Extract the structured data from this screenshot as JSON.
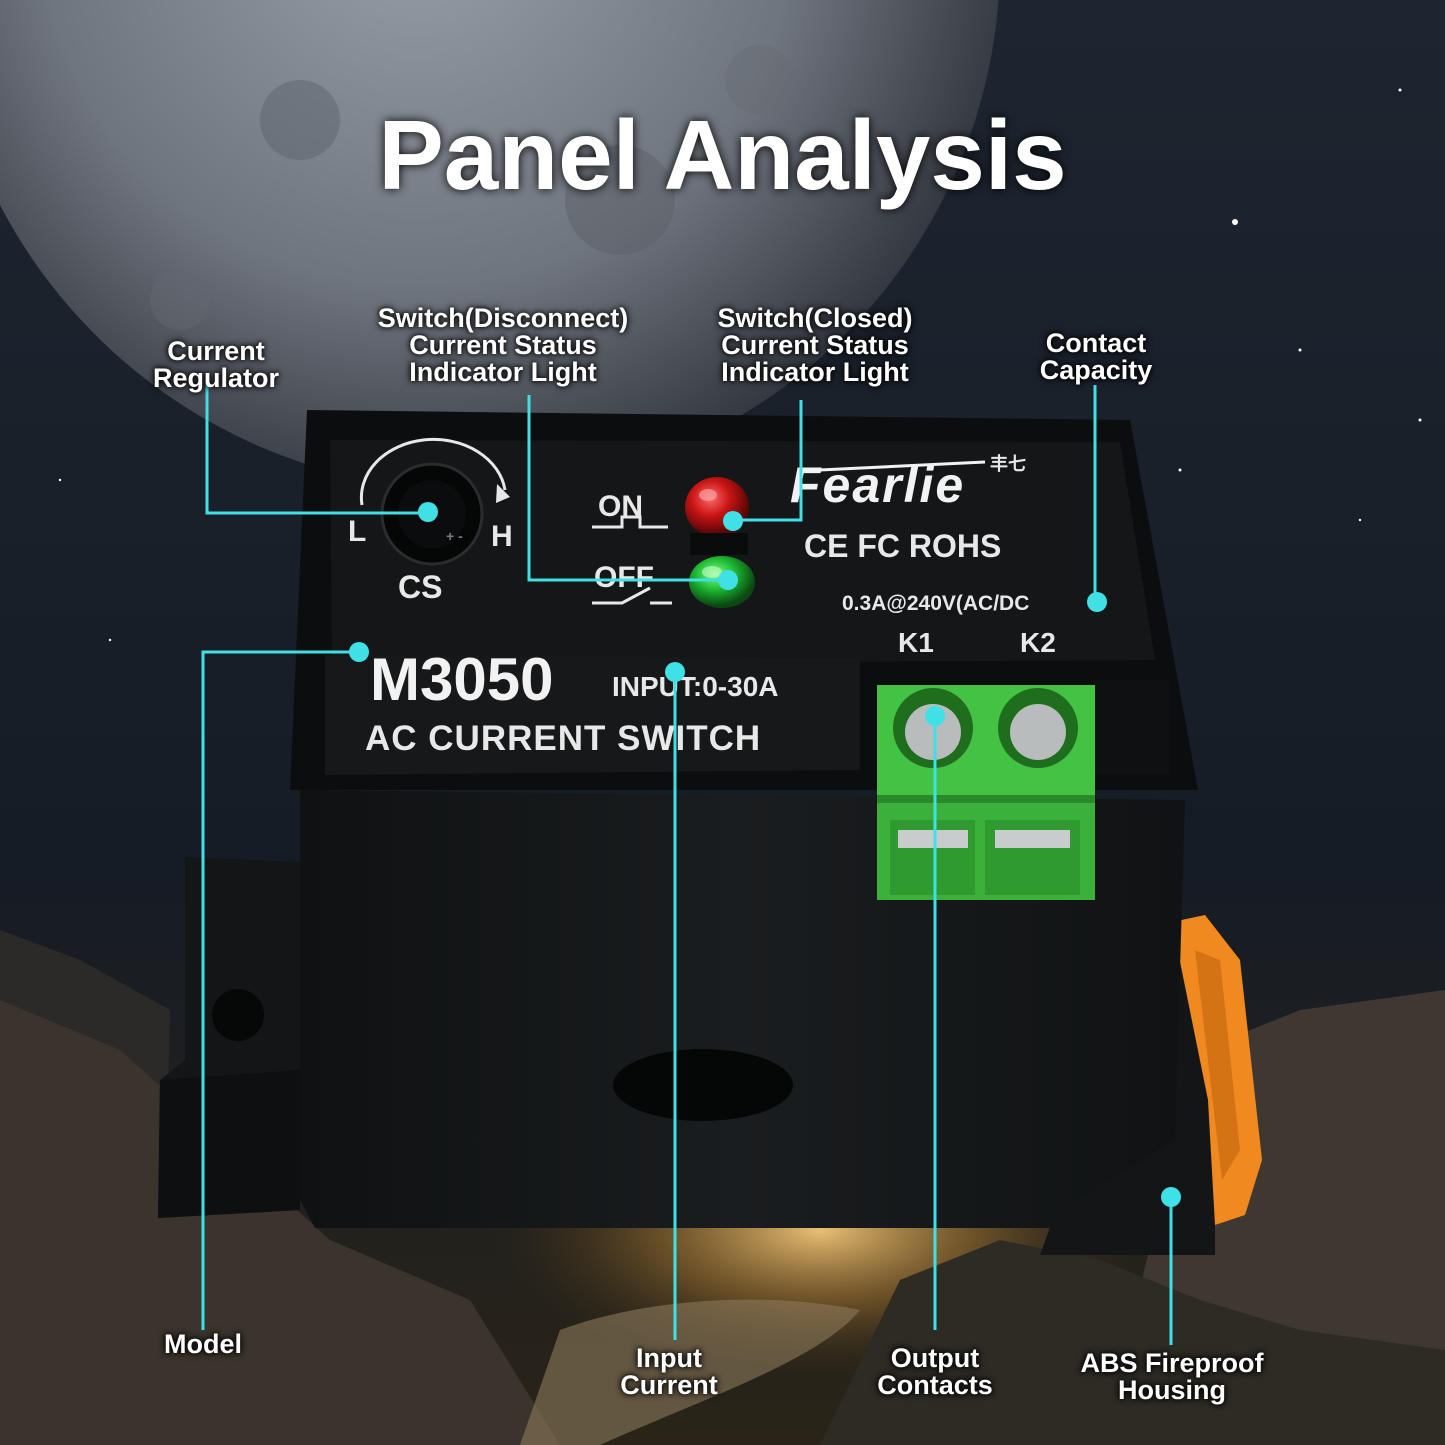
{
  "title": "Panel Analysis",
  "callouts": {
    "current_regulator": [
      "Current",
      "Regulator"
    ],
    "switch_disconnect": [
      "Switch(Disconnect)",
      "Current Status",
      "Indicator Light"
    ],
    "switch_closed": [
      "Switch(Closed)",
      "Current Status",
      "Indicator Light"
    ],
    "contact_capacity": [
      "Contact",
      "Capacity"
    ],
    "model": [
      "Model"
    ],
    "input_current": [
      "Input",
      "Current"
    ],
    "output_contacts": [
      "Output",
      "Contacts"
    ],
    "abs_housing": [
      "ABS Fireproof",
      "Housing"
    ]
  },
  "device": {
    "brand": "Fearlie",
    "brand_mark": "丰七",
    "certifications": "CE FC ROHS",
    "knob_label": "CS",
    "knob_low": "L",
    "knob_high": "H",
    "on_label": "ON",
    "off_label": "OFF",
    "rating": "0.3A@240V(AC/DC",
    "terminal_1": "K1",
    "terminal_2": "K2",
    "model": "M3050",
    "input_spec": "INPUT:0-30A",
    "product_name": "AC CURRENT SWITCH"
  },
  "colors": {
    "callout_line": "#3fe0e6",
    "led_on": "#d81818",
    "led_off": "#1fb832",
    "terminal": "#3bb03a",
    "clip": "#f08a20"
  }
}
